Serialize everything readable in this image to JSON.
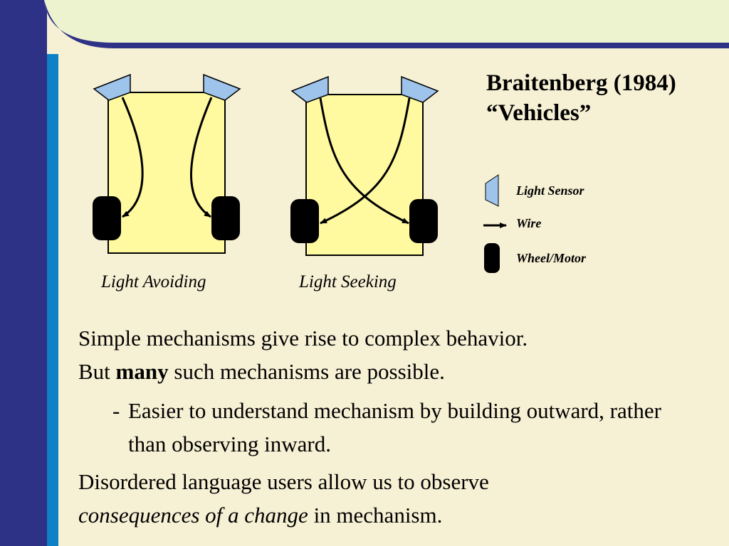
{
  "title": {
    "line1": "Braitenberg (1984)",
    "line2": "“Vehicles”"
  },
  "legend": {
    "sensor_label": "Light Sensor",
    "wire_label": "Wire",
    "wheel_label": "Wheel/Motor"
  },
  "vehicles": {
    "left_caption": "Light Avoiding",
    "right_caption": "Light Seeking"
  },
  "body": {
    "p1_line1": "Simple mechanisms give rise to complex behavior.",
    "p1_line2_pre": "But ",
    "p1_line2_bold": "many",
    "p1_line2_post": " such mechanisms are possible.",
    "bullet_dash": "-",
    "bullet_text": "Easier to understand mechanism by building outward, rather than observing inward.",
    "p3_line1": "Disordered language users allow us to observe",
    "p3_italic": "consequences of a change",
    "p3_post": " in mechanism."
  },
  "colors": {
    "background": "#f6f0d4",
    "header": "#eef3cf",
    "navy": "#2e3286",
    "blue_stripe": "#0d80c6",
    "vehicle_body": "#fffaa0",
    "sensor": "#9ec4ec"
  }
}
